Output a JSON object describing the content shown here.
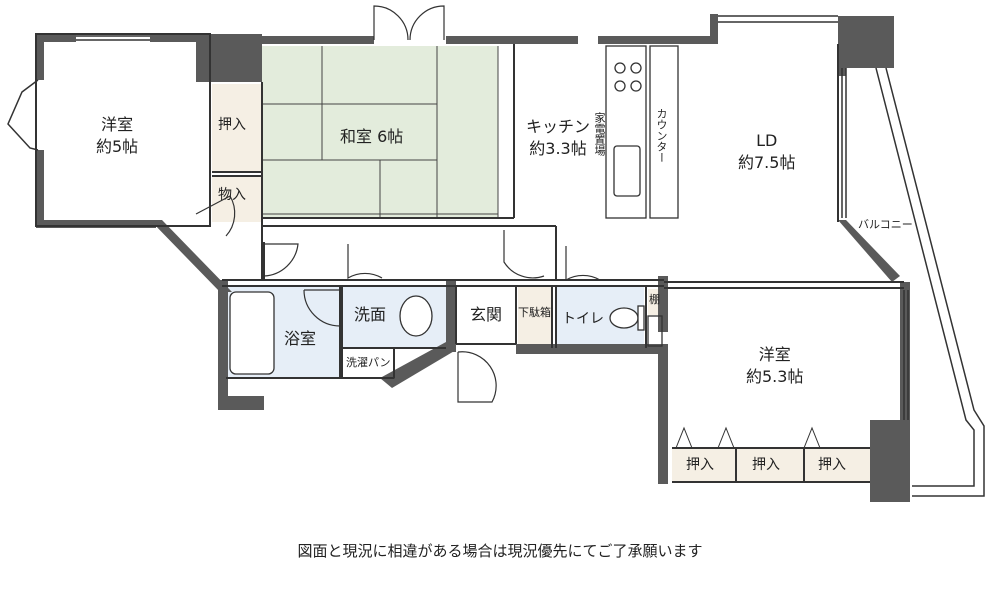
{
  "rooms": {
    "west_room": {
      "name": "洋室",
      "size": "約5帖"
    },
    "washitsu": {
      "name": "和室",
      "size": "6帖"
    },
    "kitchen": {
      "name": "キッチン",
      "size": "約3.3帖"
    },
    "ld": {
      "name": "LD",
      "size": "約7.5帖"
    },
    "east_room": {
      "name": "洋室",
      "size": "約5.3帖"
    },
    "bath": {
      "name": "浴室"
    },
    "washroom": {
      "name": "洗面"
    },
    "genkan": {
      "name": "玄関"
    },
    "toilet": {
      "name": "トイレ"
    }
  },
  "storage": {
    "oshiire_1": "押入",
    "mono_ire": "物入",
    "geta_bako": "下駄箱",
    "tana": "棚",
    "oshiire_a": "押入",
    "oshiire_b": "押入",
    "oshiire_c": "押入",
    "sentaku_pan": "洗濯パン",
    "kaden_okiba": "家電置場",
    "counter": "カウンター"
  },
  "balcony": "バルコニー",
  "note": "図面と現況に相違がある場合は現況優先にてご了承願います",
  "colors": {
    "wall": "#5a5a5a",
    "tatami": "#e3ecdc",
    "storage_fill": "#f5efe4",
    "wet_area": "#e6eef7",
    "line": "#333333"
  }
}
